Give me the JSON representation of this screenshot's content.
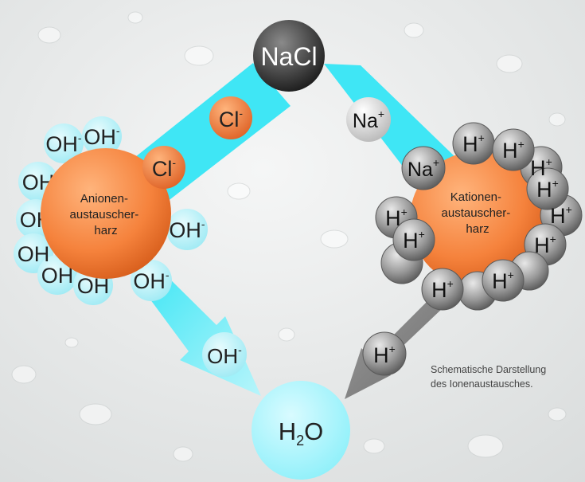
{
  "diagram": {
    "source": {
      "formula": "NaCl"
    },
    "ions": {
      "chloride_base": "Cl",
      "chloride_charge": "-",
      "sodium_base": "Na",
      "sodium_charge": "+",
      "hydroxide_base": "OH",
      "hydroxide_charge": "-",
      "hydrogen_base": "H",
      "hydrogen_charge": "+"
    },
    "anion_resin": {
      "label_lines": [
        "Anionen-",
        "austauscher-",
        "harz"
      ]
    },
    "cation_resin": {
      "label_lines": [
        "Kationen-",
        "austauscher-",
        "harz"
      ]
    },
    "product": {
      "base": "H",
      "subscript": "2",
      "tail": "O"
    },
    "caption_lines": [
      "Schematische Darstellung",
      "des Ionenaustausches."
    ],
    "colors": {
      "water_cyan": "#3fe6f5",
      "ion_cyan": "#b5f1f8",
      "resin_orange": "#f5823c",
      "gray_ion": "#8a8a8a",
      "dark_gray": "#3a3a3a",
      "light_gray": "#d2d2d2",
      "background": "#e8eaea"
    }
  }
}
